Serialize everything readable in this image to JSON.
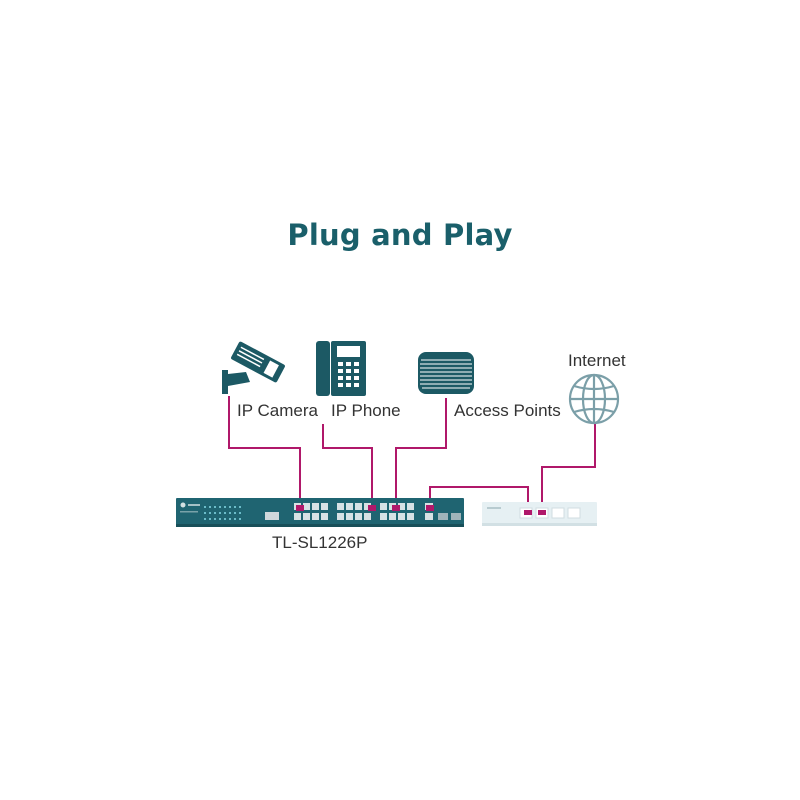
{
  "title": "Plug and Play",
  "devices": {
    "camera": "IP Camera",
    "phone": "IP Phone",
    "ap": "Access Points",
    "internet": "Internet"
  },
  "switch_model": "TL-SL1226P",
  "colors": {
    "title": "#1a5f6a",
    "switch_body": "#1f6471",
    "cable": "#b0186a",
    "router_body": "#e6f0f3",
    "icon_dark": "#1c5964",
    "globe": "#7b9fa8"
  }
}
